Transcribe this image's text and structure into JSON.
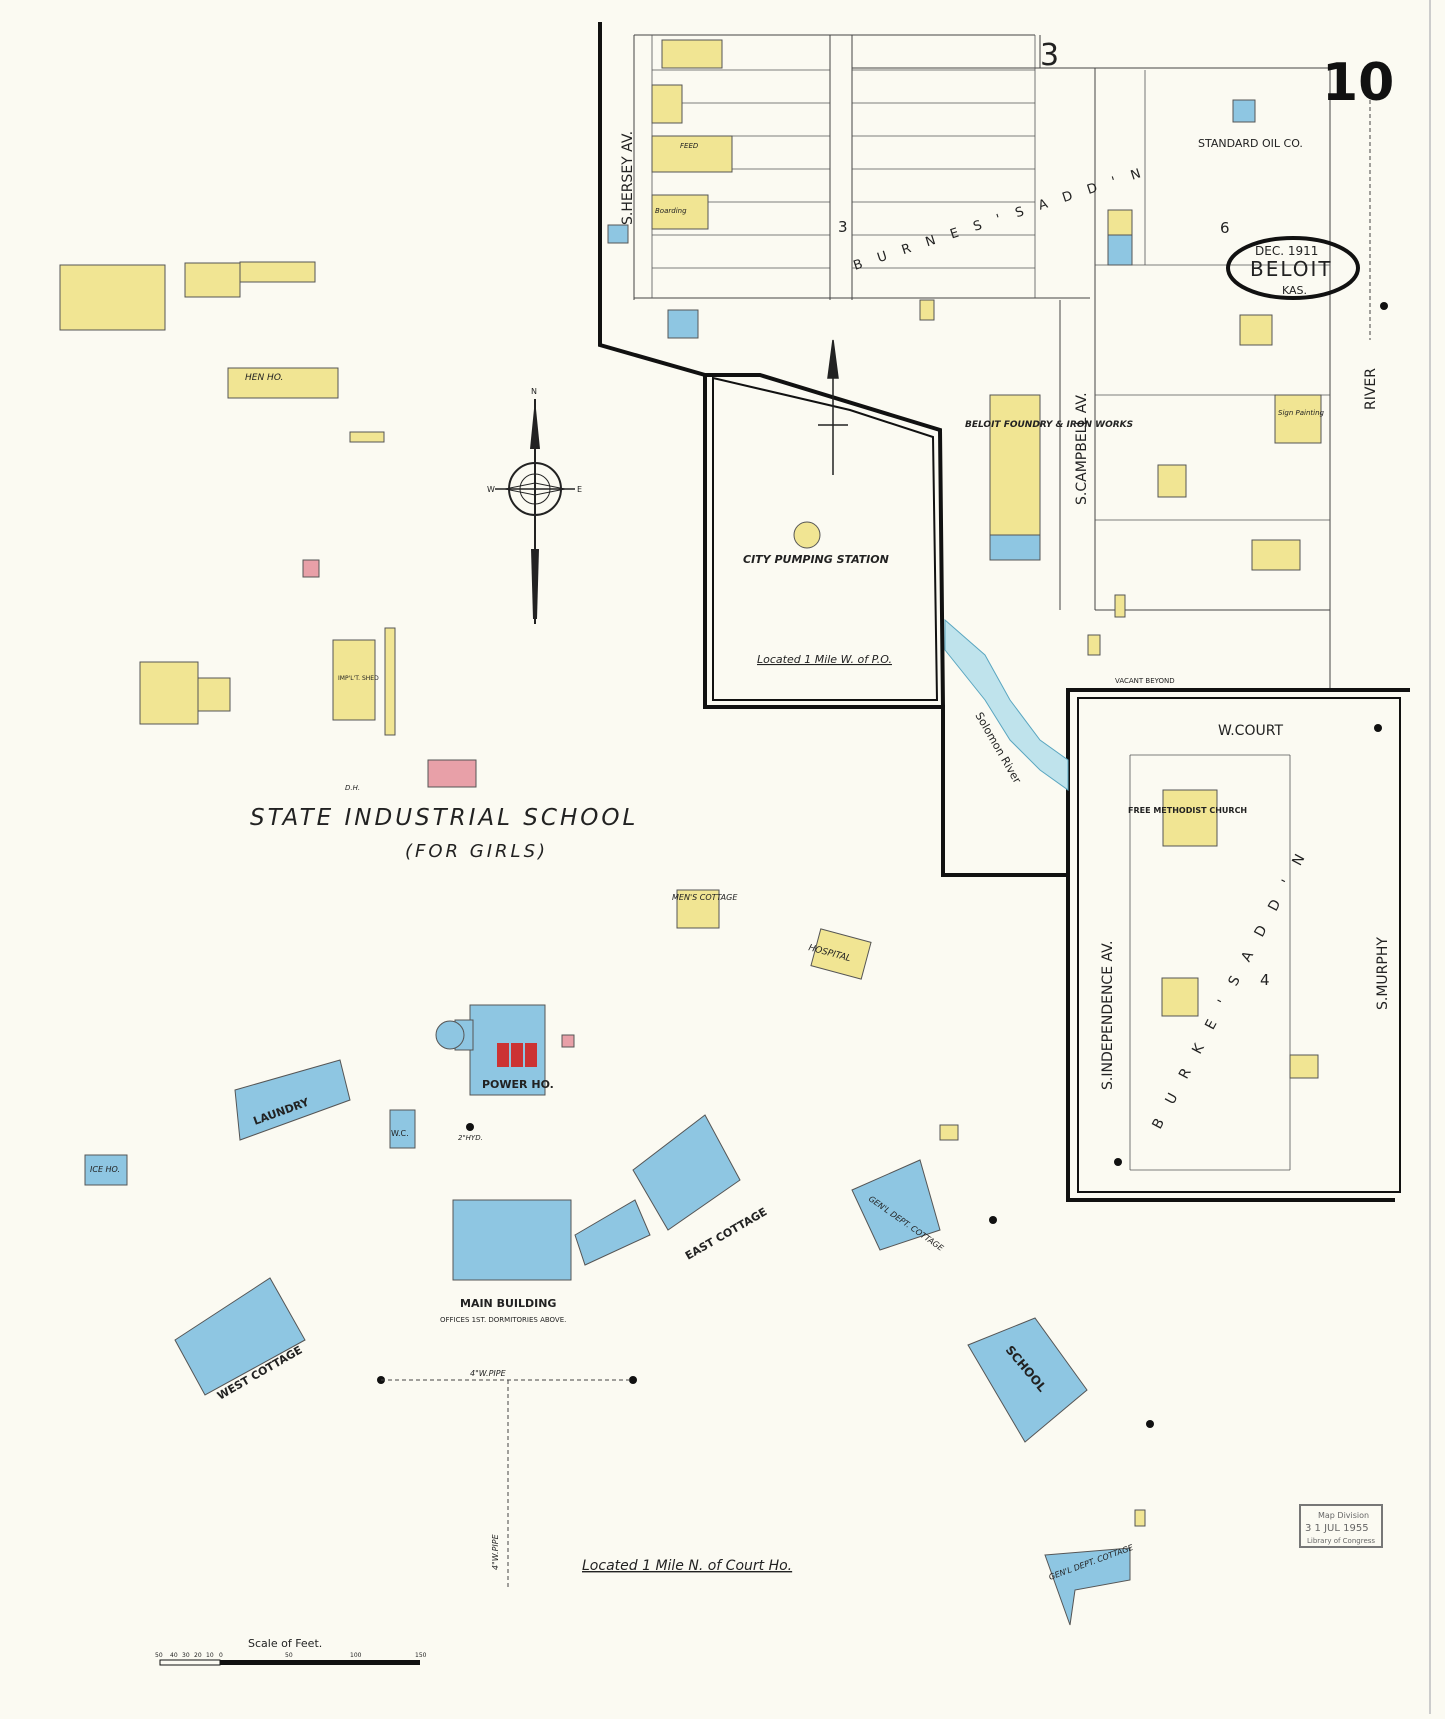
{
  "sheet": {
    "number": "10",
    "date": "DEC. 1911",
    "city": "BELOIT",
    "state": "KAS."
  },
  "streets": {
    "hersey": "S.HERSEY AV.",
    "campbell": "S.CAMPBELL AV.",
    "independence": "S.INDEPENDENCE AV.",
    "murphy": "S.MURPHY",
    "court": "W.COURT",
    "river": "RIVER"
  },
  "additions": {
    "burnes": "B U R N E S ' S   A D D ' N",
    "burkes": "B U R K E ' S   A D D ' N",
    "block3": "3",
    "block6": "6",
    "block4": "4",
    "corner3": "3"
  },
  "places": {
    "school_title": "STATE   INDUSTRIAL   SCHOOL",
    "school_sub": "(FOR GIRLS)",
    "pumping": "CITY PUMPING STATION",
    "pumping_note": "Located 1 Mile W. of P.O.",
    "court_note": "Located 1 Mile N. of Court Ho.",
    "river_label": "Solomon River",
    "standard_oil": "STANDARD OIL CO.",
    "foundry": "BELOIT FOUNDRY & IRON WORKS",
    "church": "FREE METHODIST CHURCH",
    "hen_house": "HEN HO.",
    "laundry": "LAUNDRY",
    "power": "POWER HO.",
    "main": "MAIN BUILDING",
    "main_sub": "OFFICES 1ST. DORMITORIES ABOVE.",
    "east": "EAST COTTAGE",
    "west": "WEST COTTAGE",
    "hospital": "HOSPITAL",
    "mens": "MEN'S COTTAGE",
    "genl1": "GEN'L DEPT. COTTAGE",
    "genl2": "GEN'L DEPT. COTTAGE",
    "school": "SCHOOL",
    "ice": "ICE HO.",
    "wc": "W.C.",
    "sign": "Sign Painting",
    "boarding": "Boarding",
    "feed": "FEED",
    "implt": "IMP'L'T. SHED"
  },
  "notes": {
    "pipe1": "4\"W.PIPE",
    "pipe2": "4\"W.PIPE",
    "vacant": "VACANT   BEYOND",
    "hyd": "2\"HYD.",
    "dh": "D.H."
  },
  "scale": {
    "title": "Scale of Feet.",
    "ticks": [
      "50",
      "40",
      "30",
      "20",
      "10",
      "0",
      "50",
      "100",
      "150"
    ]
  },
  "stamp": {
    "line1": "Map Division",
    "line2": "3 1 JUL 1955",
    "line3": "Library of Congress"
  },
  "colors": {
    "frame": "#111111",
    "brick_pink": "#e8a0a8",
    "frame_yellow": "#f1e593",
    "stone_blue": "#8ec6e2",
    "river": "#bfe3ec",
    "paper": "#fbfaf2"
  }
}
